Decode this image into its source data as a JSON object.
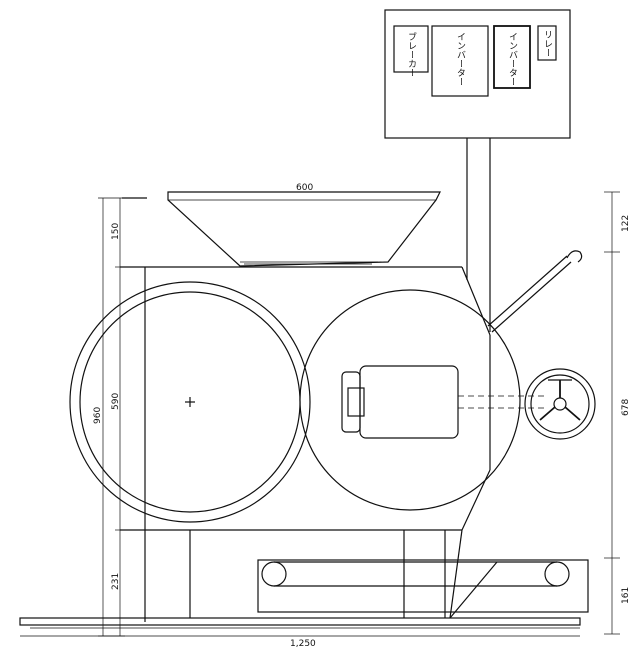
{
  "control_box": {
    "breaker_label": "ブレーカー",
    "inverter1_label": "インバーター",
    "inverter2_label": "インバーター",
    "relay_label": "リレー"
  },
  "dimensions": {
    "hopper_width": "600",
    "hopper_height": "150",
    "drum_height": "590",
    "total_height": "960",
    "base_height": "231",
    "right_top": "122",
    "right_mid": "678",
    "right_bottom": "161",
    "total_width": "1,250"
  }
}
